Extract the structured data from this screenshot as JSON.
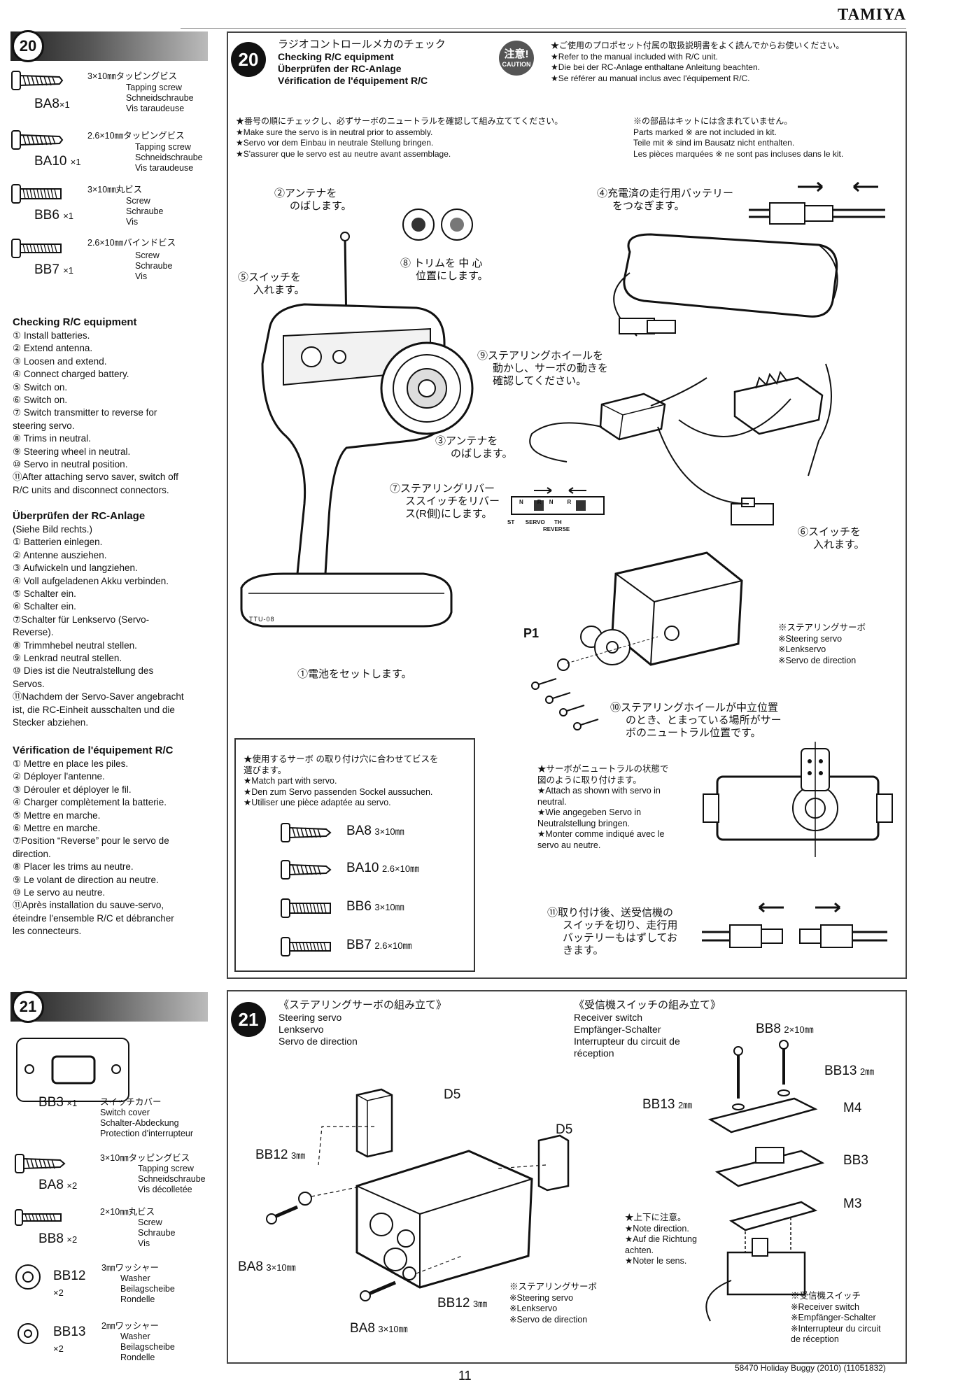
{
  "brand": "TAMIYA",
  "page_number": "11",
  "footer": "58470 Holiday Buggy (2010) (11051832)",
  "step20": {
    "number": "20",
    "parts": [
      {
        "code": "BA8",
        "qty": "×1",
        "size": "3×10㎜タッピングビス",
        "names": [
          "Tapping screw",
          "Schneidschraube",
          "Vis taraudeuse"
        ]
      },
      {
        "code": "BA10",
        "qty": "×1",
        "size": "2.6×10㎜タッピングビス",
        "names": [
          "Tapping screw",
          "Schneidschraube",
          "Vis taraudeuse"
        ]
      },
      {
        "code": "BB6",
        "qty": "×1",
        "size": "3×10㎜丸ビス",
        "names": [
          "Screw",
          "Schraube",
          "Vis"
        ]
      },
      {
        "code": "BB7",
        "qty": "×1",
        "size": "2.6×10㎜バインドビス",
        "names": [
          "Screw",
          "Schraube",
          "Vis"
        ]
      }
    ],
    "en_title": "Checking R/C equipment",
    "en_items": [
      "① Install batteries.",
      "② Extend antenna.",
      "③ Loosen and extend.",
      "④ Connect charged battery.",
      "⑤ Switch on.",
      "⑥ Switch on.",
      "⑦ Switch transmitter to reverse for",
      "steering servo.",
      "⑧ Trims in neutral.",
      "⑨ Steering wheel in neutral.",
      "⑩ Servo in neutral position.",
      "⑪After attaching servo saver, switch off",
      "R/C units and disconnect connectors."
    ],
    "de_title": "Überprüfen der RC-Anlage",
    "de_items": [
      "(Siehe Bild rechts.)",
      "① Batterien einlegen.",
      "② Antenne ausziehen.",
      "③ Aufwickeln und langziehen.",
      "④ Voll aufgeladenen Akku verbinden.",
      "⑤ Schalter ein.",
      "⑥ Schalter ein.",
      "⑦Schalter für Lenkservo (Servo-",
      "Reverse).",
      "⑧ Trimmhebel neutral stellen.",
      "⑨ Lenkrad neutral stellen.",
      "⑩ Dies ist die Neutralstellung des",
      "Servos.",
      "⑪Nachdem der Servo-Saver angebracht",
      "ist, die RC-Einheit ausschalten und die",
      "Stecker abziehen."
    ],
    "fr_title": "Vérification de l'équipement R/C",
    "fr_items": [
      "① Mettre en place les piles.",
      "② Déployer l'antenne.",
      "③ Dérouler et déployer le fil.",
      "④ Charger complètement la batterie.",
      "⑤ Mettre en marche.",
      "⑥ Mettre en marche.",
      "⑦Position “Reverse” pour le servo de",
      "direction.",
      "⑧ Placer les trims au neutre.",
      "⑨ Le volant de direction au neutre.",
      "⑩ Le servo au neutre.",
      "⑪Après installation du sauve-servo,",
      "éteindre l'ensemble R/C et débrancher",
      "les connecteurs."
    ],
    "title_ja": "ラジオコントロールメカのチェック",
    "title_en": "Checking R/C equipment",
    "title_de": "Überprüfen der RC-Anlage",
    "title_fr": "Vérification de l'équipement R/C",
    "caution_ja": "注意!",
    "caution_en": "CAUTION",
    "caution_lines": [
      "★ご使用のプロポセット付属の取扱説明書をよく読んでからお使いください。",
      "★Refer to the manual included with R/C unit.",
      "★Die bei der RC-Anlage enthaltane Anleitung beachten.",
      "★Se référer au manual inclus avec l'équipement R/C."
    ],
    "note_lines": [
      "★番号の順にチェックし、必ずサーボのニュートラルを確認して組み立ててください。",
      "★Make sure the servo is in neutral prior to assembly.",
      "★Servo vor dem Einbau in neutrale Stellung bringen.",
      "★S'assurer que le servo est au neutre avant assemblage."
    ],
    "kit_lines": [
      "※の部品はキットには含まれていません。",
      "Parts marked ※ are not included in kit.",
      "Teile mit ※ sind im Bausatz nicht enthalten.",
      "Les pièces marquées ※ ne sont pas incluses dans le kit."
    ],
    "callouts": {
      "c1": "①電池をセットします。",
      "c2a": "②アンテナを",
      "c2b": "のばします。",
      "c3a": "③アンテナを",
      "c3b": "のばします。",
      "c4a": "④充電済の走行用バッテリー",
      "c4b": "をつなぎます。",
      "c5a": "⑤スイッチを",
      "c5b": "入れます。",
      "c6a": "⑥スイッチを",
      "c6b": "入れます。",
      "c7a": "⑦ステアリングリバー",
      "c7b": "ススイッチをリバー",
      "c7c": "ス(R側)にします。",
      "c8a": "⑧ トリムを 中 心",
      "c8b": "位置にします。",
      "c9a": "⑨ステアリングホイールを",
      "c9b": "動かし、サーボの動きを",
      "c9c": "確認してください。",
      "c10a": "⑩ステアリングホイールが中立位置",
      "c10b": "のとき、とまっている場所がサー",
      "c10c": "ボのニュートラル位置です。",
      "c11a": "⑪取り付け後、送受信機の",
      "c11b": "スイッチを切り、走行用",
      "c11c": "バッテリーもはずしてお",
      "c11d": "きます。"
    },
    "servo_label": [
      "※ステアリングサーボ",
      "※Steering servo",
      "※Lenkservo",
      "※Servo de direction"
    ],
    "p1": "P1",
    "attach_lines": [
      "★サーボがニュートラルの状態で",
      "図のように取り付けます。",
      "★Attach as shown with servo in",
      "neutral.",
      "★Wie angegeben Servo in",
      "Neutralstellung bringen.",
      "★Monter comme indiqué avec le",
      "servo au neutre."
    ],
    "match_lines": [
      "★使用するサーボ の取り付け穴に合わせてビスを",
      "選びます。",
      "★Match part with servo.",
      "★Den zum Servo passenden Sockel aussuchen.",
      "★Utiliser une pièce adaptée au servo."
    ],
    "screw_options": [
      {
        "code": "BA8",
        "size": "3×10㎜"
      },
      {
        "code": "BA10",
        "size": "2.6×10㎜"
      },
      {
        "code": "BB6",
        "size": "3×10㎜"
      },
      {
        "code": "BB7",
        "size": "2.6×10㎜"
      }
    ],
    "tx_labels": {
      "st": "ST",
      "th": "TH",
      "servo": "SERVO",
      "reverse": "REVERSE",
      "n": "N",
      "r": "R",
      "brand": "TTU-08"
    }
  },
  "step21": {
    "number": "21",
    "parts": [
      {
        "code": "BB3",
        "qty": "×1",
        "size": "スイッチカバー",
        "names": [
          "Switch cover",
          "Schalter-Abdeckung",
          "Protection d'interrupteur"
        ]
      },
      {
        "code": "BA8",
        "qty": "×2",
        "size": "3×10㎜タッピングビス",
        "names": [
          "Tapping screw",
          "Schneidschraube",
          "Vis décolletée"
        ]
      },
      {
        "code": "BB8",
        "qty": "×2",
        "size": "2×10㎜丸ビス",
        "names": [
          "Screw",
          "Schraube",
          "Vis"
        ]
      },
      {
        "code": "BB12",
        "qty": "×2",
        "size": "3㎜ワッシャー",
        "names": [
          "Washer",
          "Beilagscheibe",
          "Rondelle"
        ]
      },
      {
        "code": "BB13",
        "qty": "×2",
        "size": "2㎜ワッシャー",
        "names": [
          "Washer",
          "Beilagscheibe",
          "Rondelle"
        ]
      }
    ],
    "servo_title_ja": "《ステアリングサーボの組み立て》",
    "servo_title": [
      "Steering servo",
      "Lenkservo",
      "Servo de direction"
    ],
    "switch_title_ja": "《受信機スイッチの組み立て》",
    "switch_title": [
      "Receiver switch",
      "Empfänger-Schalter",
      "Interrupteur du circuit de",
      "réception"
    ],
    "labels": {
      "d5a": "D5",
      "d5b": "D5",
      "bb12a": "BB12",
      "bb12a_size": "3㎜",
      "ba8a": "BA8",
      "ba8a_size": "3×10㎜",
      "bb12b": "BB12",
      "bb12b_size": "3㎜",
      "ba8b": "BA8",
      "ba8b_size": "3×10㎜",
      "bb8": "BB8",
      "bb8_size": "2×10㎜",
      "bb13a": "BB13",
      "bb13a_size": "2㎜",
      "bb13b": "BB13",
      "bb13b_size": "2㎜",
      "m4": "M4",
      "bb3": "BB3",
      "m3": "M3"
    },
    "servo_note": [
      "※ステアリングサーボ",
      "※Steering servo",
      "※Lenkservo",
      "※Servo de direction"
    ],
    "direction_note": [
      "★上下に注意。",
      "★Note direction.",
      "★Auf die Richtung",
      "achten.",
      "★Noter le sens."
    ],
    "switch_note": [
      "※受信機スイッチ",
      "※Receiver switch",
      "※Empfänger-Schalter",
      "※Interrupteur du circuit",
      "de réception"
    ]
  }
}
